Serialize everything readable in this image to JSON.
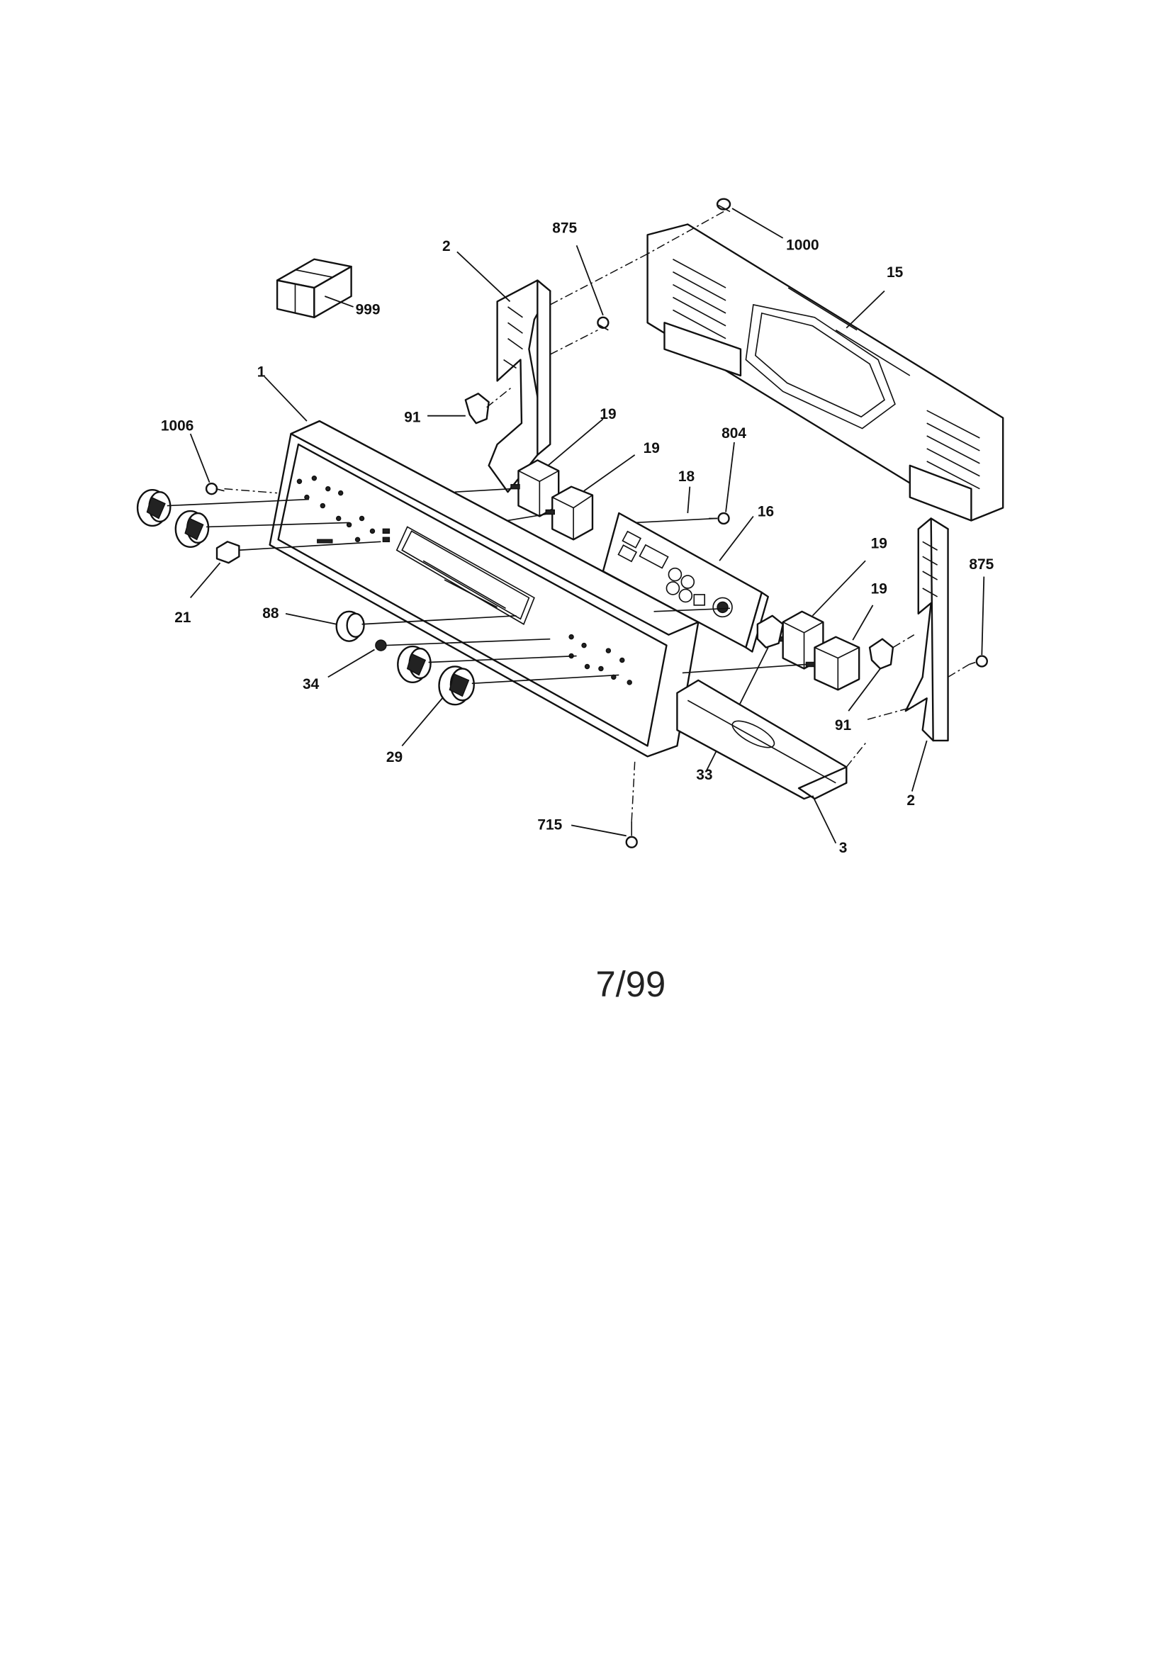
{
  "diagram": {
    "date_code": "7/99",
    "callouts": {
      "c1": "1",
      "c2_left": "2",
      "c2_right": "2",
      "c3": "3",
      "c15": "15",
      "c16": "16",
      "c18": "18",
      "c19_a": "19",
      "c19_b": "19",
      "c19_c": "19",
      "c19_d": "19",
      "c21": "21",
      "c29": "29",
      "c33": "33",
      "c34": "34",
      "c88": "88",
      "c91_left": "91",
      "c91_right": "91",
      "c715": "715",
      "c804": "804",
      "c875_top": "875",
      "c875_right": "875",
      "c999": "999",
      "c1000": "1000",
      "c1006": "1006"
    }
  }
}
